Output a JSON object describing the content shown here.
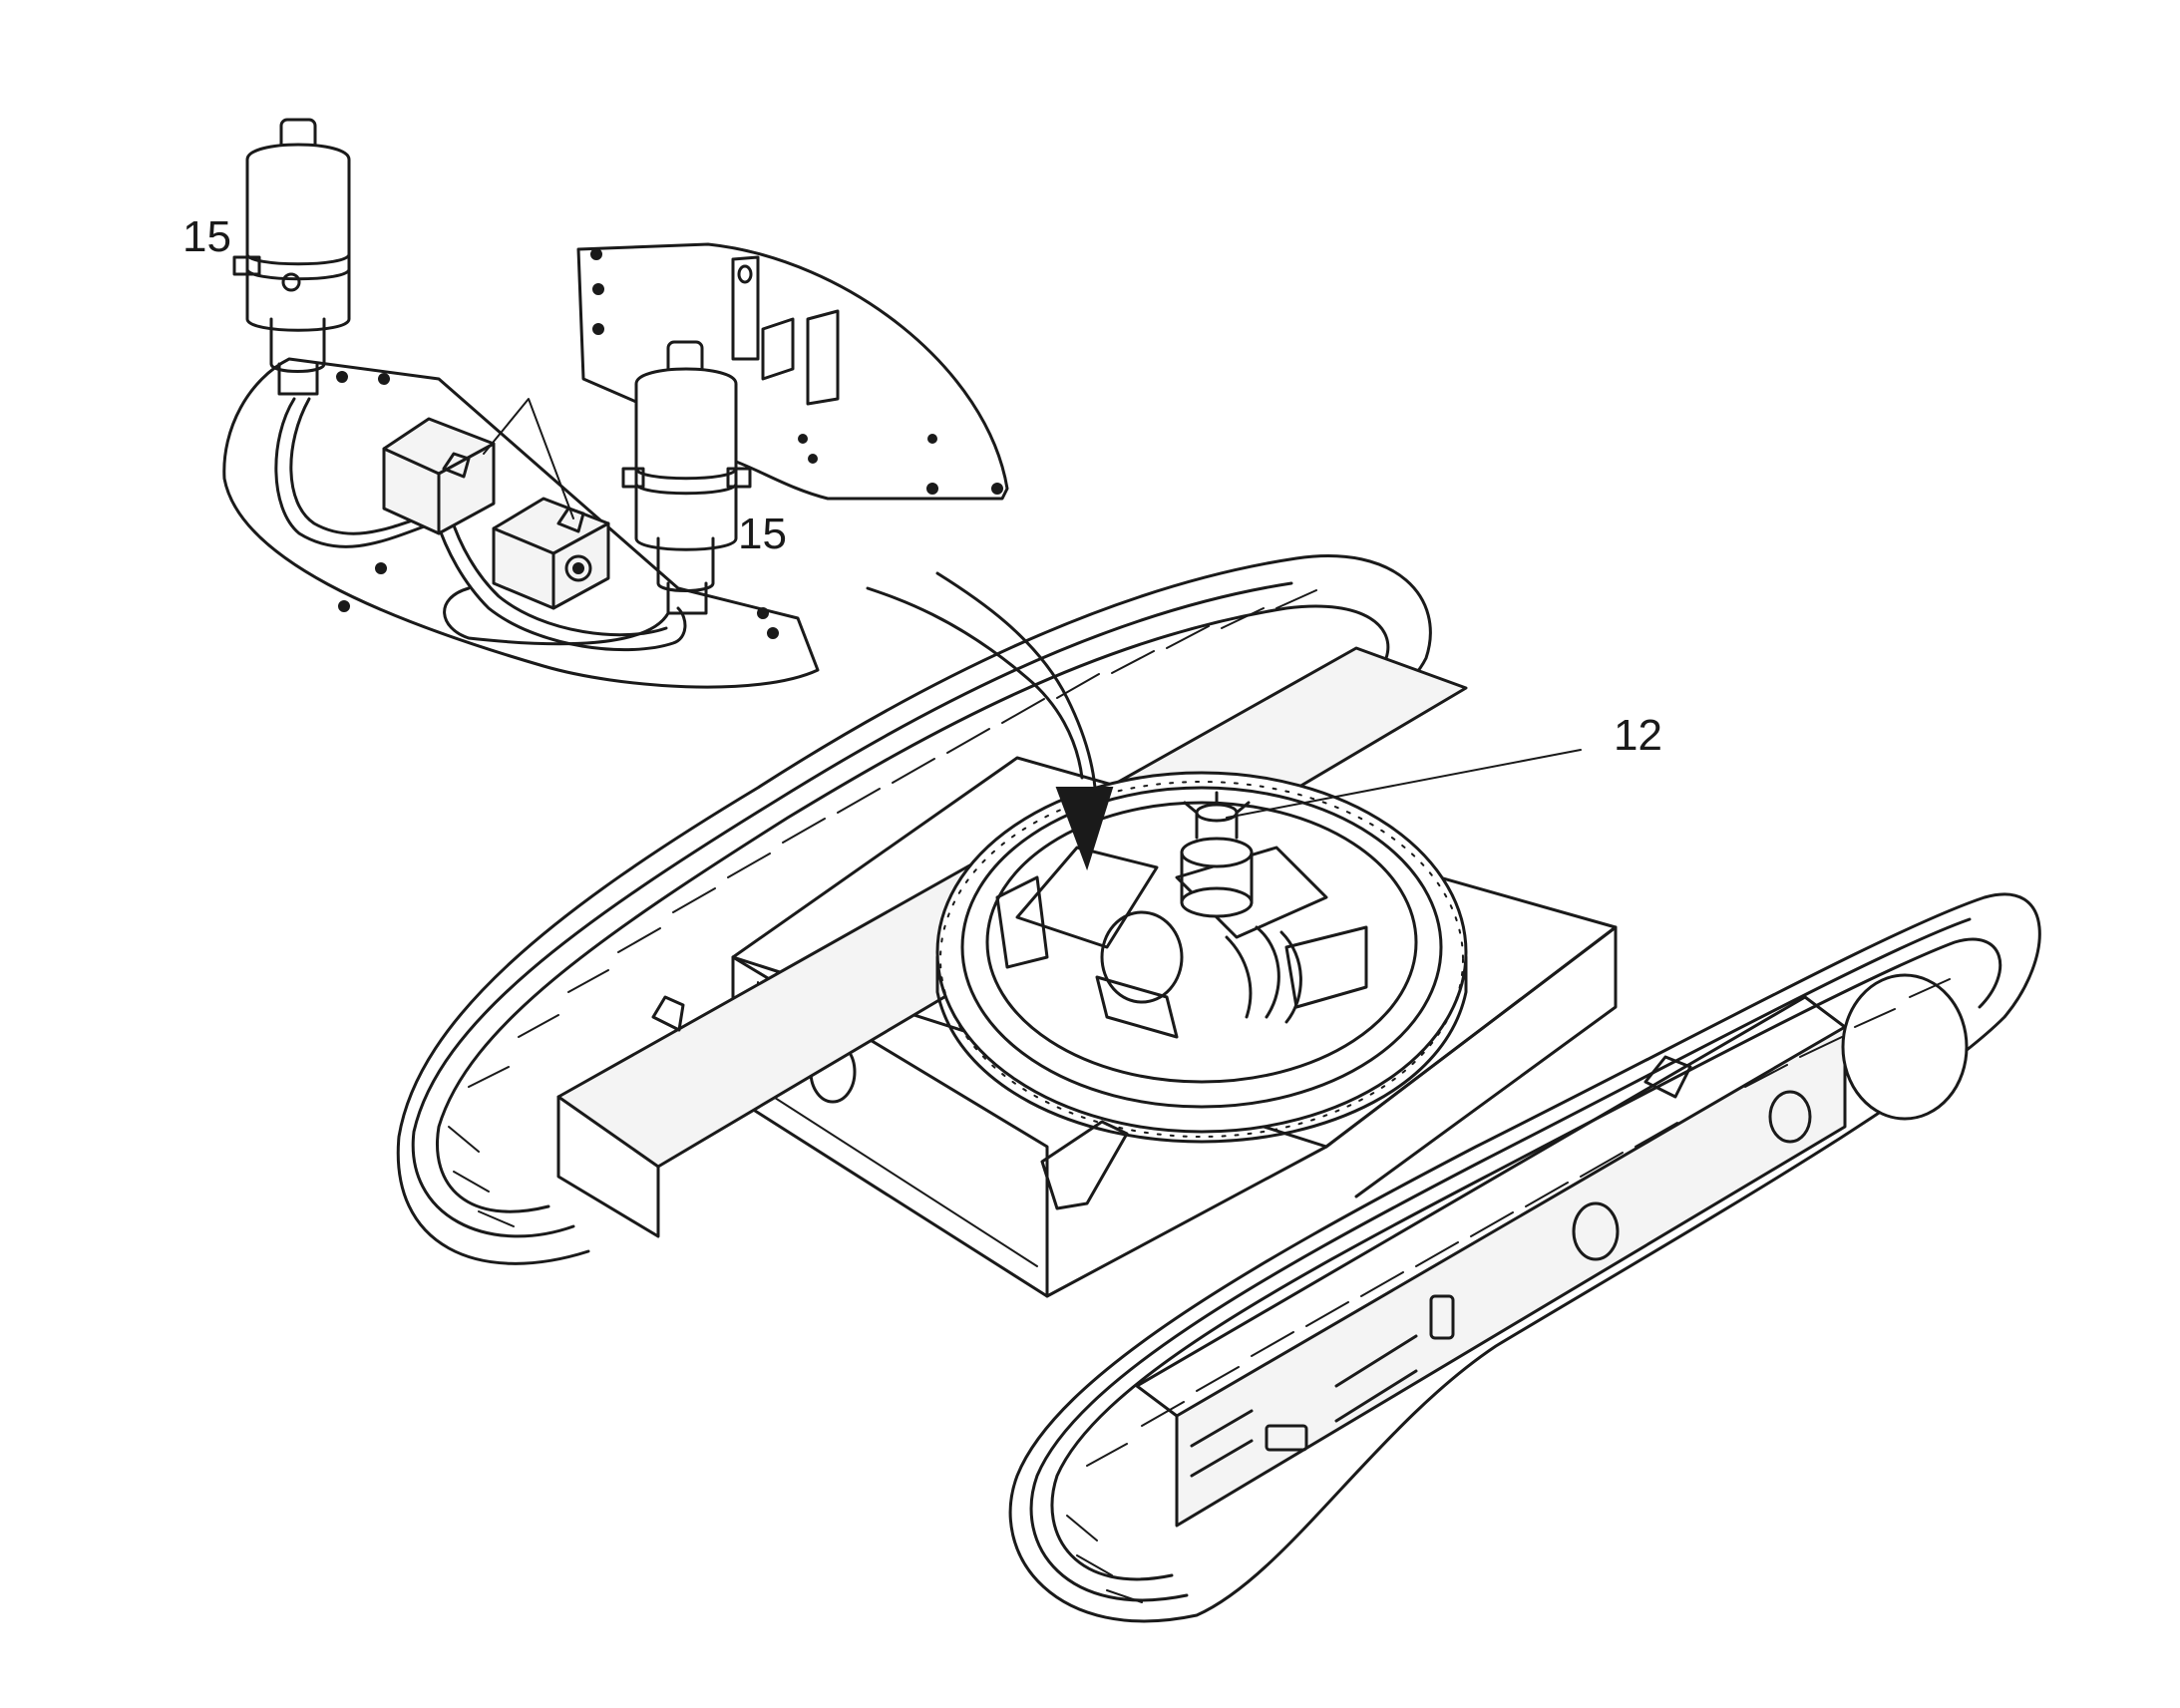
{
  "callouts": [
    {
      "id": "accumulator-left",
      "label": "15"
    },
    {
      "id": "accumulator-right",
      "label": "15"
    },
    {
      "id": "swivel-joint",
      "label": "12"
    }
  ]
}
